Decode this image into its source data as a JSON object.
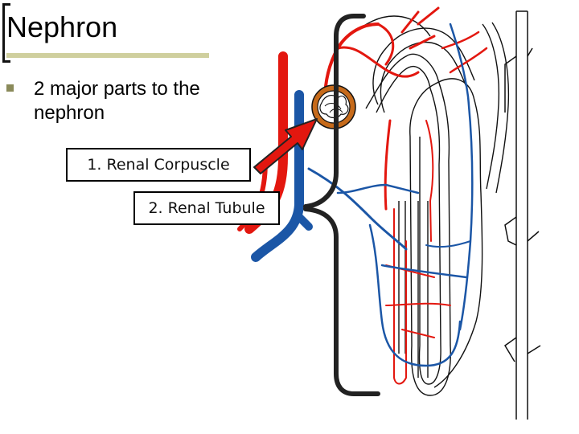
{
  "slide": {
    "title": "Nephron",
    "bullet": "2 major parts to the nephron"
  },
  "labels": {
    "part1": "1. Renal Corpuscle",
    "part2": "2. Renal Tubule"
  },
  "colors": {
    "artery": "#e3170f",
    "vein": "#1b56a6",
    "capsule": "#c66a1a",
    "bracket": "#222222",
    "title_rule": "#cfcf9e"
  },
  "icons": {
    "bullet": "square-bullet-icon",
    "arrow": "red-arrow-icon"
  }
}
